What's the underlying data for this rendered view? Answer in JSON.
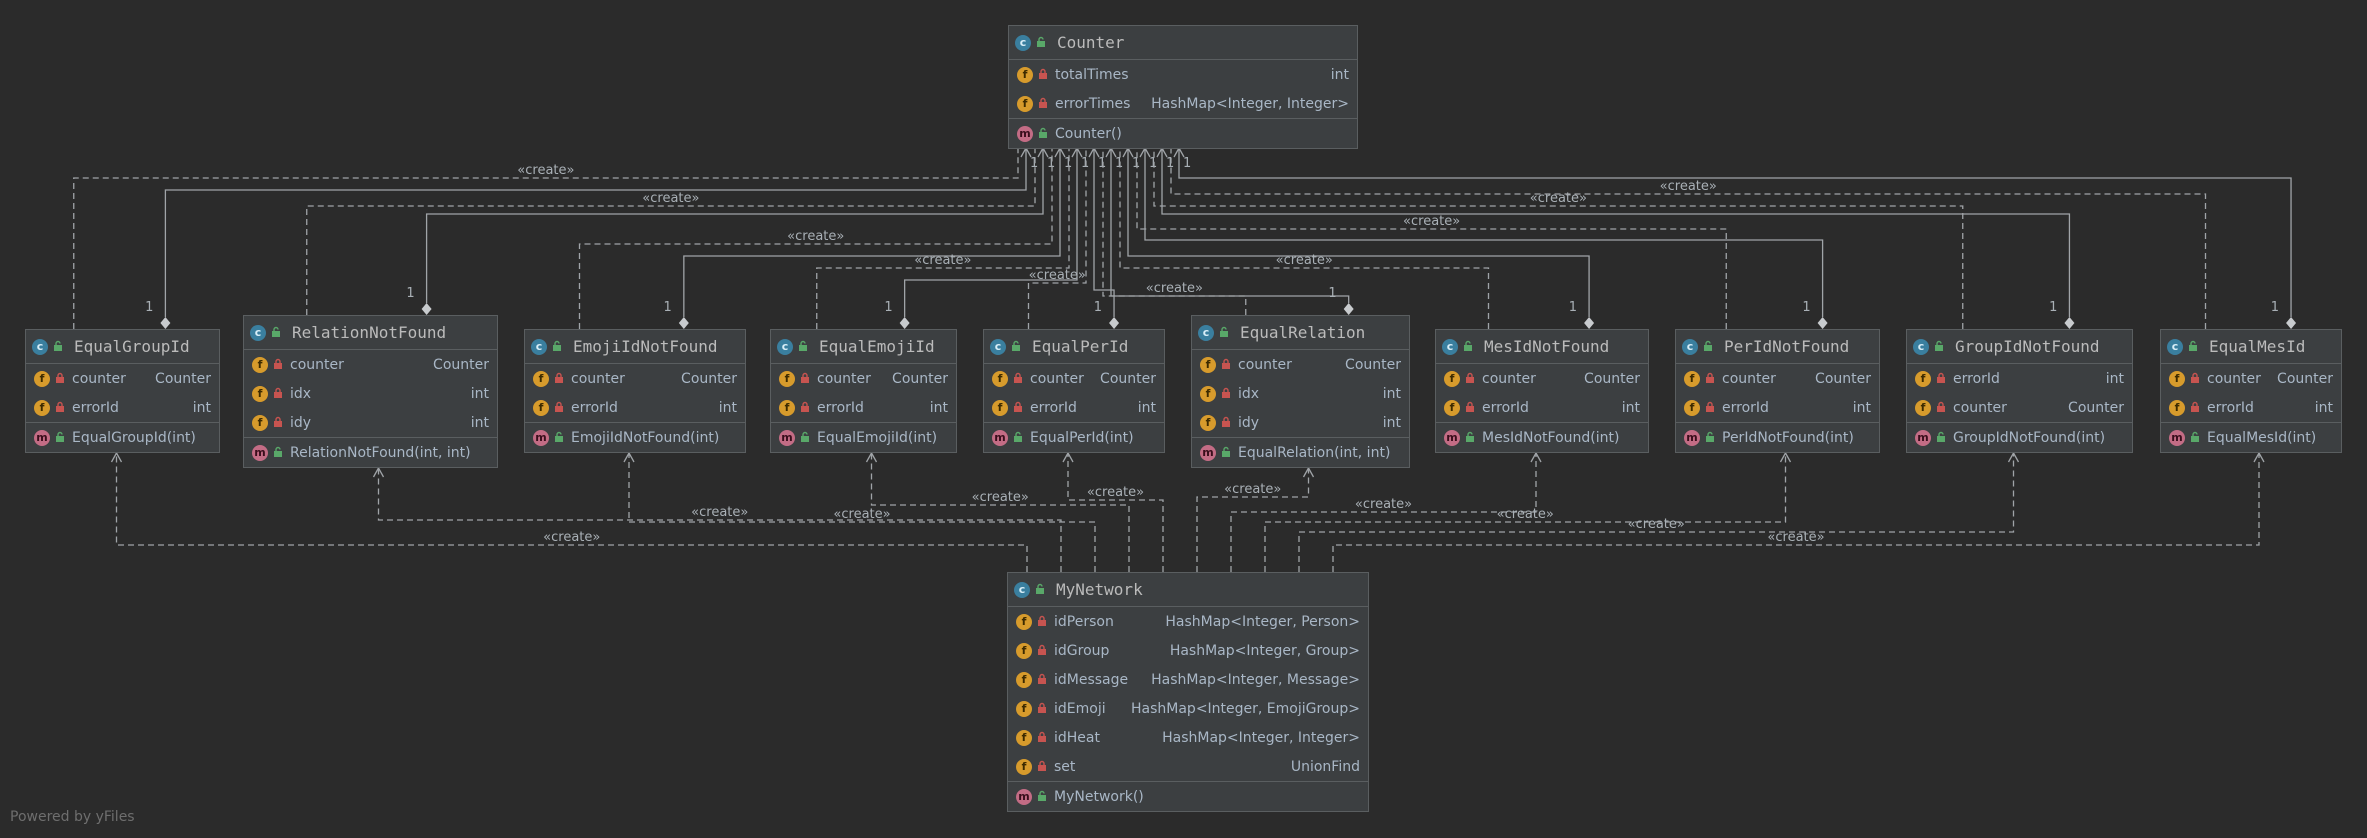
{
  "footer": "Powered by yFiles",
  "create_label": "«create»",
  "one_label": "1",
  "classes": {
    "counter": {
      "name": "Counter",
      "fields": [
        {
          "name": "totalTimes",
          "type": "int"
        },
        {
          "name": "errorTimes",
          "type": "HashMap<Integer, Integer>"
        }
      ],
      "methods": [
        "Counter()"
      ]
    },
    "equal_group_id": {
      "name": "EqualGroupId",
      "fields": [
        {
          "name": "counter",
          "type": "Counter"
        },
        {
          "name": "errorId",
          "type": "int"
        }
      ],
      "methods": [
        "EqualGroupId(int)"
      ]
    },
    "relation_not_found": {
      "name": "RelationNotFound",
      "fields": [
        {
          "name": "counter",
          "type": "Counter"
        },
        {
          "name": "idx",
          "type": "int"
        },
        {
          "name": "idy",
          "type": "int"
        }
      ],
      "methods": [
        "RelationNotFound(int, int)"
      ]
    },
    "emoji_id_not_found": {
      "name": "EmojiIdNotFound",
      "fields": [
        {
          "name": "counter",
          "type": "Counter"
        },
        {
          "name": "errorId",
          "type": "int"
        }
      ],
      "methods": [
        "EmojiIdNotFound(int)"
      ]
    },
    "equal_emoji_id": {
      "name": "EqualEmojiId",
      "fields": [
        {
          "name": "counter",
          "type": "Counter"
        },
        {
          "name": "errorId",
          "type": "int"
        }
      ],
      "methods": [
        "EqualEmojiId(int)"
      ]
    },
    "equal_per_id": {
      "name": "EqualPerId",
      "fields": [
        {
          "name": "counter",
          "type": "Counter"
        },
        {
          "name": "errorId",
          "type": "int"
        }
      ],
      "methods": [
        "EqualPerId(int)"
      ]
    },
    "equal_relation": {
      "name": "EqualRelation",
      "fields": [
        {
          "name": "counter",
          "type": "Counter"
        },
        {
          "name": "idx",
          "type": "int"
        },
        {
          "name": "idy",
          "type": "int"
        }
      ],
      "methods": [
        "EqualRelation(int, int)"
      ]
    },
    "mes_id_not_found": {
      "name": "MesIdNotFound",
      "fields": [
        {
          "name": "counter",
          "type": "Counter"
        },
        {
          "name": "errorId",
          "type": "int"
        }
      ],
      "methods": [
        "MesIdNotFound(int)"
      ]
    },
    "per_id_not_found": {
      "name": "PerIdNotFound",
      "fields": [
        {
          "name": "counter",
          "type": "Counter"
        },
        {
          "name": "errorId",
          "type": "int"
        }
      ],
      "methods": [
        "PerIdNotFound(int)"
      ]
    },
    "group_id_not_found": {
      "name": "GroupIdNotFound",
      "fields": [
        {
          "name": "errorId",
          "type": "int"
        },
        {
          "name": "counter",
          "type": "Counter"
        }
      ],
      "methods": [
        "GroupIdNotFound(int)"
      ]
    },
    "equal_mes_id": {
      "name": "EqualMesId",
      "fields": [
        {
          "name": "counter",
          "type": "Counter"
        },
        {
          "name": "errorId",
          "type": "int"
        }
      ],
      "methods": [
        "EqualMesId(int)"
      ]
    },
    "my_network": {
      "name": "MyNetwork",
      "fields": [
        {
          "name": "idPerson",
          "type": "HashMap<Integer, Person>"
        },
        {
          "name": "idGroup",
          "type": "HashMap<Integer, Group>"
        },
        {
          "name": "idMessage",
          "type": "HashMap<Integer, Message>"
        },
        {
          "name": "idEmoji",
          "type": "HashMap<Integer, EmojiGroup>"
        },
        {
          "name": "idHeat",
          "type": "HashMap<Integer, Integer>"
        },
        {
          "name": "set",
          "type": "UnionFind"
        }
      ],
      "methods": [
        "MyNetwork()"
      ]
    }
  }
}
